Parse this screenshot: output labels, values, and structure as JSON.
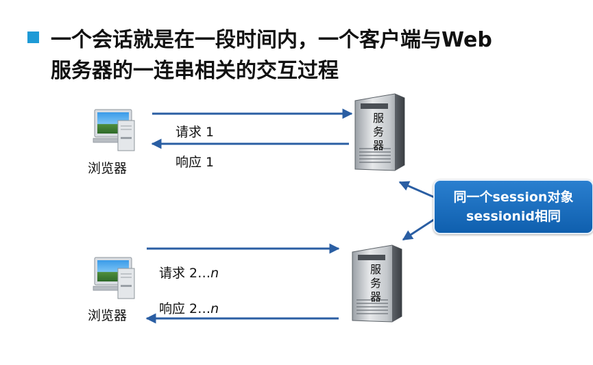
{
  "title": {
    "line1": "一个会话就是在一段时间内，一个客户端与Web",
    "line2": "服务器的一连串相关的交互过程"
  },
  "top": {
    "browser_label": "浏览器",
    "request_label": "请求 1",
    "response_label": "响应 1",
    "server_label": "服务器"
  },
  "bottom": {
    "browser_label": "浏览器",
    "request_label_text": "请求 2…",
    "request_label_var": "n",
    "response_label_text": "响应 2…",
    "response_label_var": "n",
    "server_label": "服务器"
  },
  "callout": {
    "line1": "同一个session对象",
    "line2": "sessionid相同"
  },
  "colors": {
    "bullet": "#1e9ad6",
    "arrow": "#2a5ea3",
    "callout": "#1a6fc2"
  },
  "icons": [
    "desktop-computer-icon",
    "server-tower-icon"
  ]
}
